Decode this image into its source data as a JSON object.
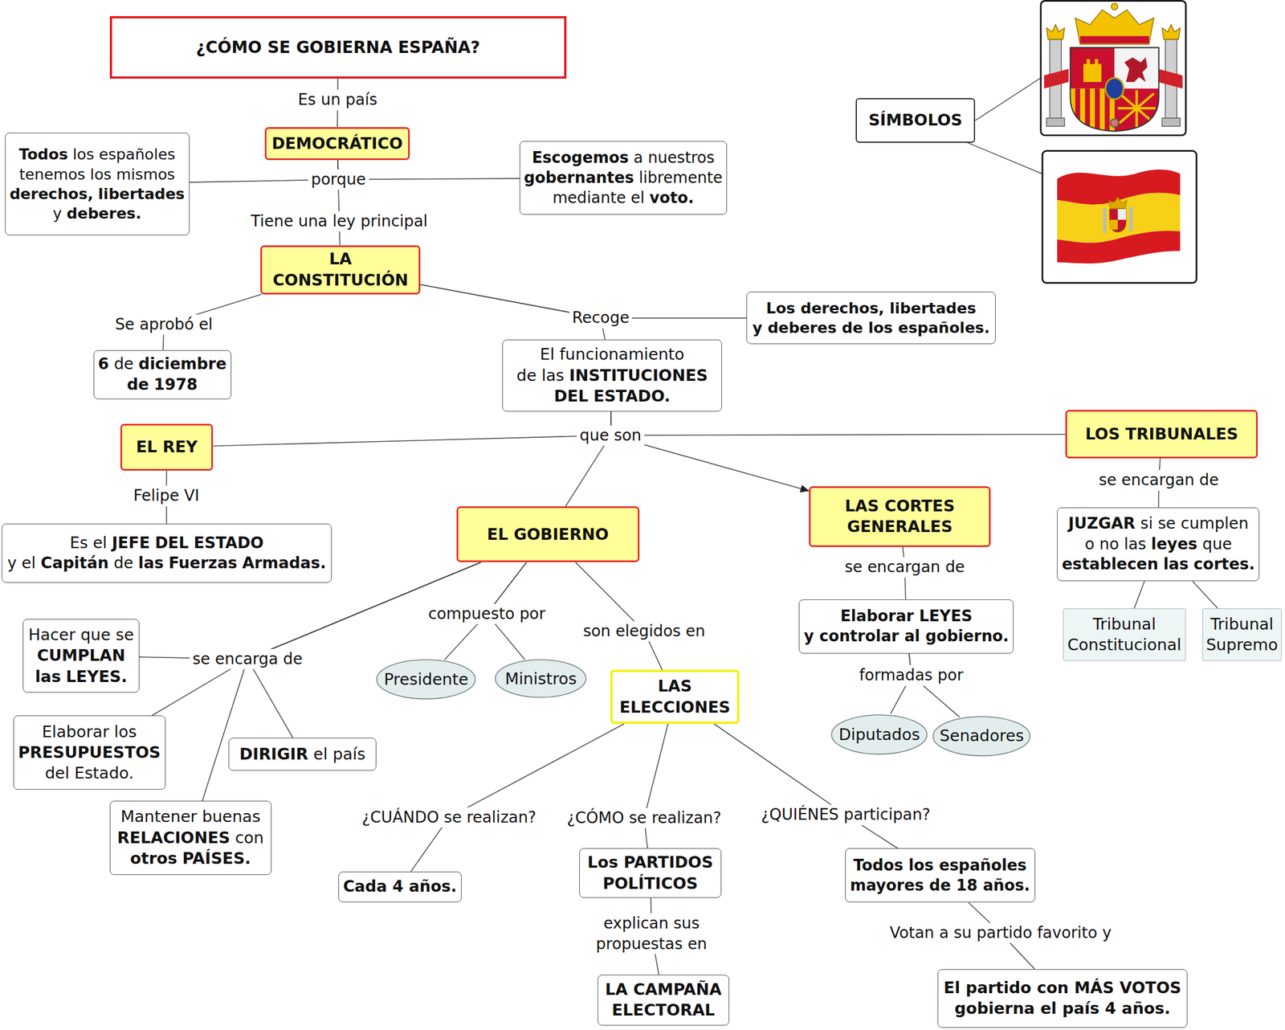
{
  "diagram": {
    "nodes": [
      {
        "text": [
          "¿CÓMO SE GOBIERNA ESPAÑA?"
        ]
      },
      {
        "text": [
          "SÍMBOLOS"
        ]
      },
      {
        "text": [
          "DEMOCRÁTICO"
        ]
      },
      {
        "text": [
          "Todos los españoles tenemos los mismos derechos, libertades y deberes."
        ]
      },
      {
        "text": [
          "Escogemos a nuestros gobernantes libremente mediante el voto."
        ]
      },
      {
        "text": [
          "LA CONSTITUCIÓN"
        ]
      },
      {
        "text": [
          "Los derechos, libertades y deberes de los españoles."
        ]
      },
      {
        "text": [
          "6 de diciembre de 1978"
        ]
      },
      {
        "text": [
          "El funcionamiento de las INSTITUCIONES DEL ESTADO."
        ]
      },
      {
        "text": [
          "EL REY"
        ]
      },
      {
        "text": [
          "LOS TRIBUNALES"
        ]
      },
      {
        "text": [
          "EL GOBIERNO"
        ]
      },
      {
        "text": [
          "LAS CORTES GENERALES"
        ]
      },
      {
        "text": [
          "Es el JEFE DEL ESTADO y el Capitán de las Fuerzas Armadas."
        ]
      },
      {
        "text": [
          "JUZGAR si se cumplen o no las leyes que establecen las cortes."
        ]
      },
      {
        "text": [
          "Hacer que se CUMPLAN las LEYES."
        ]
      },
      {
        "text": [
          "Presidente"
        ]
      },
      {
        "text": [
          "Ministros"
        ]
      },
      {
        "text": [
          "Elaborar LEYES y controlar al gobierno."
        ]
      },
      {
        "text": [
          "Tribunal Constitucional"
        ]
      },
      {
        "text": [
          "Tribunal Supremo"
        ]
      },
      {
        "text": [
          "LAS ELECCIONES"
        ]
      },
      {
        "text": [
          "Elaborar los PRESUPUESTOS del Estado."
        ]
      },
      {
        "text": [
          "DIRIGIR el país"
        ]
      },
      {
        "text": [
          "Diputados"
        ]
      },
      {
        "text": [
          "Senadores"
        ]
      },
      {
        "text": [
          "Mantener buenas RELACIONES con otros PAÍSES."
        ]
      },
      {
        "text": [
          "Cada 4 años."
        ]
      },
      {
        "text": [
          "Los PARTIDOS POLÍTICOS"
        ]
      },
      {
        "text": [
          "Todos los españoles mayores de 18 años."
        ]
      },
      {
        "text": [
          "LA CAMPAÑA ELECTORAL"
        ]
      },
      {
        "text": [
          "El partido con MÁS VOTOS gobierna el país 4 años."
        ]
      }
    ],
    "edges": [
      {
        "from": 0,
        "to": 2,
        "arrow": "none",
        "label": "Es un país"
      },
      {
        "from": 2,
        "to": 3,
        "arrow": "none",
        "label": "porque"
      },
      {
        "from": 2,
        "to": 4,
        "arrow": "none"
      },
      {
        "from": 2,
        "to": 5,
        "arrow": "none",
        "label": "Tiene una ley principal"
      },
      {
        "from": 5,
        "to": 7,
        "arrow": "none",
        "label": "Se aprobó el"
      },
      {
        "from": 5,
        "to": 6,
        "arrow": "none",
        "label": "Recoge"
      },
      {
        "from": 5,
        "to": 8,
        "arrow": "none"
      },
      {
        "from": 8,
        "to": 9,
        "arrow": "none",
        "label": "que son"
      },
      {
        "from": 8,
        "to": 10,
        "arrow": "none"
      },
      {
        "from": 8,
        "to": 11,
        "arrow": "none"
      },
      {
        "from": 8,
        "to": 12,
        "arrow": "to"
      },
      {
        "from": 9,
        "to": 13,
        "arrow": "none",
        "label": "Felipe VI"
      },
      {
        "from": 10,
        "to": 14,
        "arrow": "none",
        "label": "se encargan de"
      },
      {
        "from": 14,
        "to": 19,
        "arrow": "none"
      },
      {
        "from": 14,
        "to": 20,
        "arrow": "none"
      },
      {
        "from": 11,
        "to": 15,
        "arrow": "none",
        "label": "se encarga de"
      },
      {
        "from": 11,
        "to": 22,
        "arrow": "none"
      },
      {
        "from": 11,
        "to": 23,
        "arrow": "none"
      },
      {
        "from": 11,
        "to": 26,
        "arrow": "none"
      },
      {
        "from": 11,
        "to": 16,
        "arrow": "none",
        "label": "compuesto por"
      },
      {
        "from": 11,
        "to": 17,
        "arrow": "none"
      },
      {
        "from": 11,
        "to": 21,
        "arrow": "none",
        "label": "son elegidos en"
      },
      {
        "from": 12,
        "to": 18,
        "arrow": "none",
        "label": "se encargan de"
      },
      {
        "from": 18,
        "to": 24,
        "arrow": "none",
        "label": "formadas por"
      },
      {
        "from": 18,
        "to": 25,
        "arrow": "none"
      },
      {
        "from": 21,
        "to": 27,
        "arrow": "none",
        "label": "¿CUÁNDO se realizan?"
      },
      {
        "from": 21,
        "to": 28,
        "arrow": "none",
        "label": "¿CÓMO se realizan?"
      },
      {
        "from": 21,
        "to": 29,
        "arrow": "none",
        "label": "¿QUIÉNES participan?"
      },
      {
        "from": 28,
        "to": 30,
        "arrow": "none",
        "label": "explican sus propuestas en"
      },
      {
        "from": 29,
        "to": 31,
        "arrow": "none",
        "label": "Votan a su partido favorito y"
      }
    ]
  }
}
